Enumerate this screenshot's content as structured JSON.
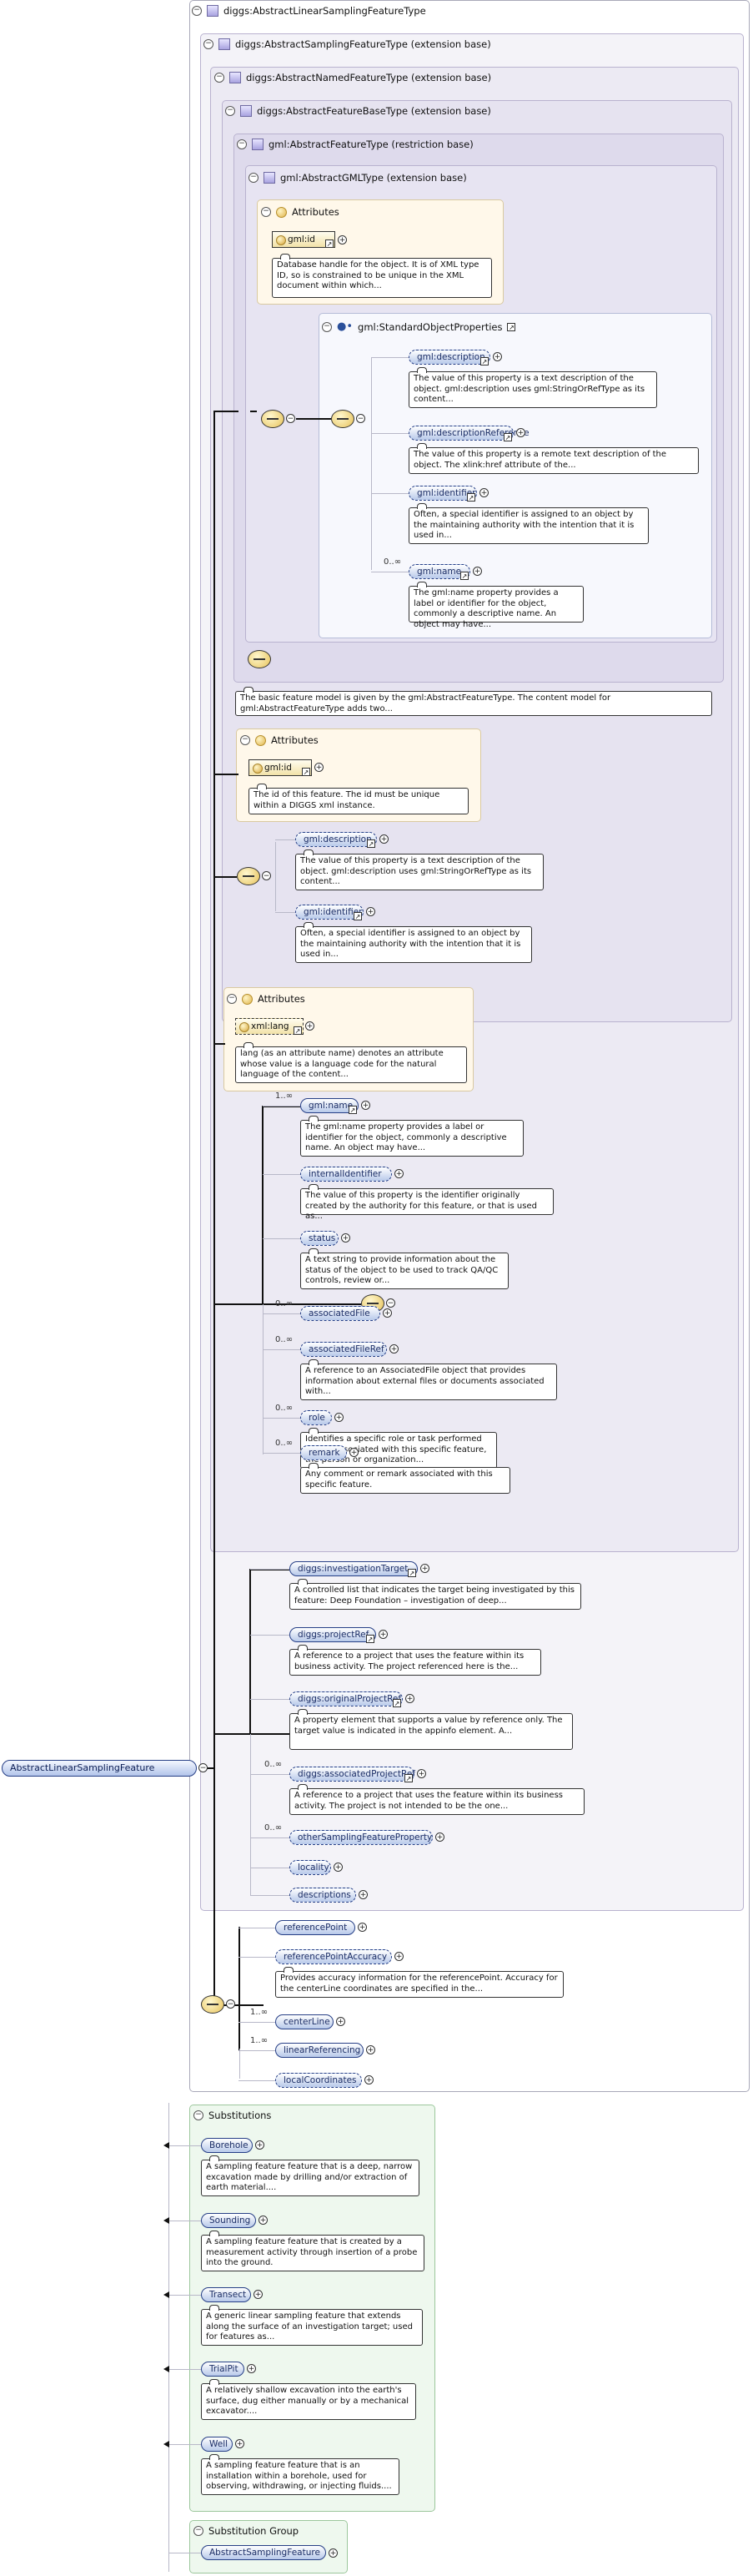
{
  "root": {
    "label": "AbstractLinearSamplingFeature"
  },
  "ext": {
    "t0": "diggs:AbstractLinearSamplingFeatureType",
    "t1": "diggs:AbstractSamplingFeatureType (extension base)",
    "t2": "diggs:AbstractNamedFeatureType (extension base)",
    "t3": "diggs:AbstractFeatureBaseType (extension base)",
    "t4": "gml:AbstractFeatureType (restriction base)",
    "t5": "gml:AbstractGMLType (extension base)"
  },
  "attrs_label": "Attributes",
  "gml_type": {
    "attr": {
      "label": "gml:id",
      "doc": "Database handle for the object. It is of XML type ID, so is constrained to be unique in the XML document within which..."
    },
    "group_label": "gml:StandardObjectProperties",
    "elements": [
      {
        "label": "gml:description",
        "doc": "The value of this property is a text description of the object. gml:description uses gml:StringOrRefType as its content..."
      },
      {
        "label": "gml:descriptionReference",
        "doc": "The value of this property is a remote text description of the object. The xlink:href attribute of the..."
      },
      {
        "label": "gml:identifier",
        "doc": "Often, a special identifier is assigned to an object by the maintaining authority with the intention that it is used in..."
      },
      {
        "label": "gml:name",
        "card": "0..∞",
        "doc": "The gml:name property provides a label or identifier for the object, commonly a descriptive name. An object may have..."
      }
    ]
  },
  "feature_doc": "The basic feature model is given by the gml:AbstractFeatureType. The content model for gml:AbstractFeatureType adds two...",
  "feature_base": {
    "attr": {
      "label": "gml:id",
      "doc": "The id of this feature. The id must be unique within a DIGGS xml instance."
    },
    "elements": [
      {
        "label": "gml:description",
        "doc": "The value of this property is a text description of the object. gml:description uses gml:StringOrRefType as its content..."
      },
      {
        "label": "gml:identifier",
        "doc": "Often, a special identifier is assigned to an object by the maintaining authority with the intention that it is used in..."
      }
    ]
  },
  "named": {
    "attr": {
      "label": "xml:lang",
      "doc": "lang (as an attribute name) denotes an attribute whose value is a language code for the natural language of the content..."
    },
    "elements": [
      {
        "label": "gml:name",
        "card": "1..∞",
        "doc": "The gml:name property provides a label or identifier for the object, commonly a descriptive name. An object may have..."
      },
      {
        "label": "internalIdentifier",
        "doc": "The value of this property is the identifier originally created by the authority for this feature, or that is used as..."
      },
      {
        "label": "status",
        "doc": "A text string to provide information about the status of the object to be used to track QA/QC controls, review or..."
      },
      {
        "label": "associatedFile",
        "card": "0..∞",
        "doc": ""
      },
      {
        "label": "associatedFileRef",
        "card": "0..∞",
        "doc": "A reference to an AssociatedFile object that provides information about external files or documents associated with..."
      },
      {
        "label": "role",
        "card": "0..∞",
        "doc": "Identifies a specific role or task performed that is associated with this specific feature, the person or organization..."
      },
      {
        "label": "remark",
        "card": "0..∞",
        "doc": "Any comment or remark associated with this specific feature."
      }
    ]
  },
  "sampling": {
    "elements": [
      {
        "label": "diggs:investigationTarget",
        "doc": "A controlled list that indicates the target being investigated by this feature: Deep Foundation – investigation of deep..."
      },
      {
        "label": "diggs:projectRef",
        "doc": "A reference to a project that uses the feature within its business activity. The project referenced here is the..."
      },
      {
        "label": "diggs:originalProjectRef",
        "doc": "A property element that supports a value by reference only. The target value is indicated in the appinfo element. A..."
      },
      {
        "label": "diggs:associatedProjectRef",
        "card": "0..∞",
        "doc": "A reference to a project that uses the feature within its business activity. The project is not intended to be the one..."
      },
      {
        "label": "otherSamplingFeatureProperty",
        "card": "0..∞",
        "doc": ""
      },
      {
        "label": "locality",
        "doc": ""
      },
      {
        "label": "descriptions",
        "doc": ""
      }
    ]
  },
  "linear": {
    "elements": [
      {
        "label": "referencePoint",
        "doc": ""
      },
      {
        "label": "referencePointAccuracy",
        "doc": "Provides accuracy information for the referencePoint. Accuracy for the centerLine coordinates are specified in the..."
      },
      {
        "label": "centerLine",
        "card": "1..∞",
        "doc": ""
      },
      {
        "label": "linearReferencing",
        "card": "1..∞",
        "doc": ""
      },
      {
        "label": "localCoordinates",
        "doc": ""
      }
    ]
  },
  "substitutions": {
    "title": "Substitutions",
    "items": [
      {
        "label": "Borehole",
        "doc": "A sampling feature feature that is a deep, narrow excavation made by drilling and/or extraction of earth material...."
      },
      {
        "label": "Sounding",
        "doc": "A sampling feature feature that is created by a measurement activity through insertion of a probe into the ground."
      },
      {
        "label": "Transect",
        "doc": "A generic linear sampling feature that extends along the surface of an investigation target; used for features as..."
      },
      {
        "label": "TrialPit",
        "doc": "A relatively shallow excavation into the earth's surface, dug either manually or by a mechanical excavator...."
      },
      {
        "label": "Well",
        "doc": "A sampling feature feature that is an installation within a borehole, used for observing, withdrawing, or injecting fluids...."
      }
    ]
  },
  "sub_group": {
    "title": "Substitution Group",
    "item": "AbstractSamplingFeature"
  }
}
